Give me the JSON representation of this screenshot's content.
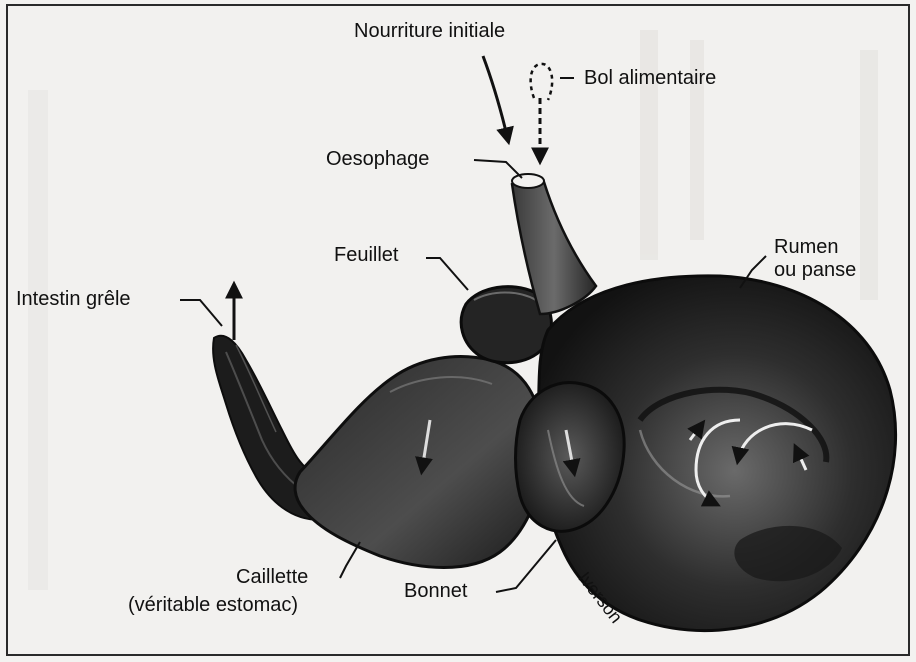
{
  "labels": {
    "nourriture_initiale": "Nourriture initiale",
    "bol_alimentaire": "Bol alimentaire",
    "oesophage": "Oesophage",
    "feuillet": "Feuillet",
    "rumen_line1": "Rumen",
    "rumen_line2": "ou panse",
    "intestin_grele": "Intestin grêle",
    "caillette_line1": "Caillette",
    "caillette_line2": "(véritable estomac)",
    "bonnet": "Bonnet",
    "credit": "Iverson"
  },
  "colors": {
    "organ_dark": "#1a1a1a",
    "organ_mid": "#4a4a4a",
    "background": "#f2f1ef",
    "ink": "#111111"
  }
}
